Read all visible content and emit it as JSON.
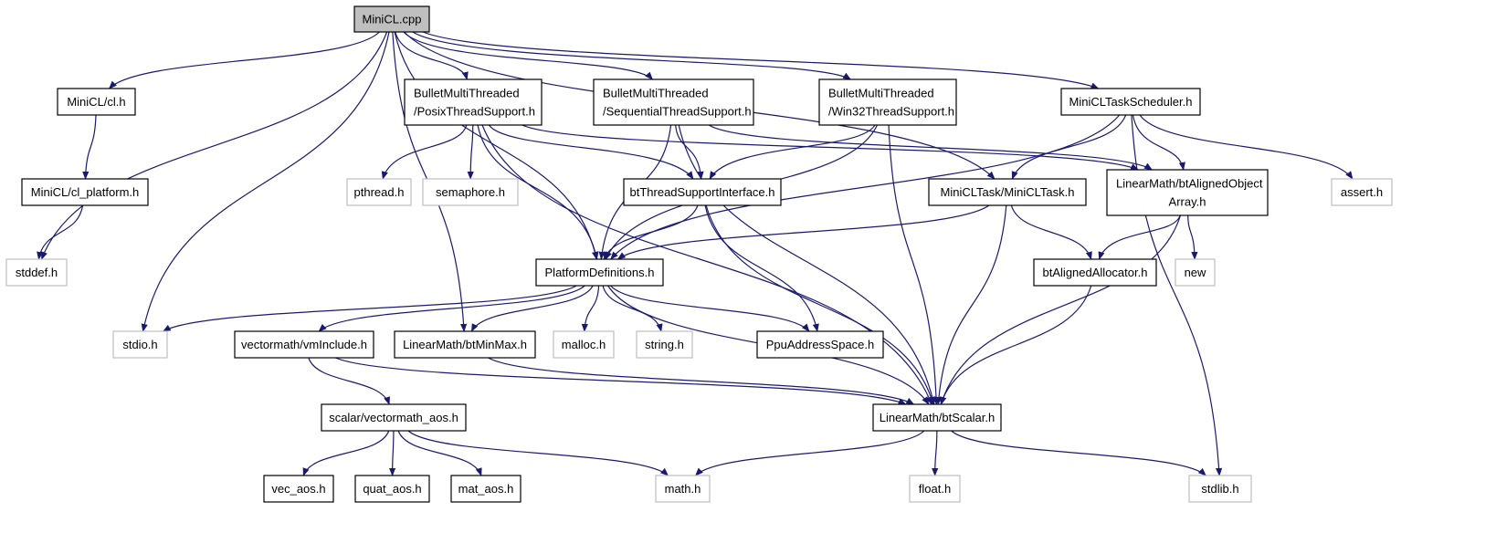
{
  "nodes": [
    {
      "id": "minicl_cpp",
      "lines": [
        "MiniCL.cpp"
      ],
      "kind": "root"
    },
    {
      "id": "cl_h",
      "lines": [
        "MiniCL/cl.h"
      ],
      "kind": "local"
    },
    {
      "id": "posix",
      "lines": [
        "BulletMultiThreaded",
        "/PosixThreadSupport.h"
      ],
      "kind": "local"
    },
    {
      "id": "sequential",
      "lines": [
        "BulletMultiThreaded",
        "/SequentialThreadSupport.h"
      ],
      "kind": "local"
    },
    {
      "id": "win32",
      "lines": [
        "BulletMultiThreaded",
        "/Win32ThreadSupport.h"
      ],
      "kind": "local"
    },
    {
      "id": "scheduler",
      "lines": [
        "MiniCLTaskScheduler.h"
      ],
      "kind": "local"
    },
    {
      "id": "cl_platform",
      "lines": [
        "MiniCL/cl_platform.h"
      ],
      "kind": "local"
    },
    {
      "id": "pthread",
      "lines": [
        "pthread.h"
      ],
      "kind": "system"
    },
    {
      "id": "semaphore",
      "lines": [
        "semaphore.h"
      ],
      "kind": "system"
    },
    {
      "id": "btthread",
      "lines": [
        "btThreadSupportInterface.h"
      ],
      "kind": "local"
    },
    {
      "id": "miniclTask",
      "lines": [
        "MiniCLTask/MiniCLTask.h"
      ],
      "kind": "local"
    },
    {
      "id": "alignedArray",
      "lines": [
        "LinearMath/btAlignedObject",
        "Array.h"
      ],
      "kind": "local"
    },
    {
      "id": "assert",
      "lines": [
        "assert.h"
      ],
      "kind": "system"
    },
    {
      "id": "stddef",
      "lines": [
        "stddef.h"
      ],
      "kind": "system"
    },
    {
      "id": "platformdefs",
      "lines": [
        "PlatformDefinitions.h"
      ],
      "kind": "local"
    },
    {
      "id": "alignedAlloc",
      "lines": [
        "btAlignedAllocator.h"
      ],
      "kind": "local"
    },
    {
      "id": "new",
      "lines": [
        "new"
      ],
      "kind": "system"
    },
    {
      "id": "stdio",
      "lines": [
        "stdio.h"
      ],
      "kind": "system"
    },
    {
      "id": "vminclude",
      "lines": [
        "vectormath/vmInclude.h"
      ],
      "kind": "local"
    },
    {
      "id": "btminmax",
      "lines": [
        "LinearMath/btMinMax.h"
      ],
      "kind": "local"
    },
    {
      "id": "malloc",
      "lines": [
        "malloc.h"
      ],
      "kind": "system"
    },
    {
      "id": "string",
      "lines": [
        "string.h"
      ],
      "kind": "system"
    },
    {
      "id": "ppu",
      "lines": [
        "PpuAddressSpace.h"
      ],
      "kind": "local"
    },
    {
      "id": "vmaos",
      "lines": [
        "scalar/vectormath_aos.h"
      ],
      "kind": "local"
    },
    {
      "id": "btscalar",
      "lines": [
        "LinearMath/btScalar.h"
      ],
      "kind": "local"
    },
    {
      "id": "vec",
      "lines": [
        "vec_aos.h"
      ],
      "kind": "local"
    },
    {
      "id": "quat",
      "lines": [
        "quat_aos.h"
      ],
      "kind": "local"
    },
    {
      "id": "mat",
      "lines": [
        "mat_aos.h"
      ],
      "kind": "local"
    },
    {
      "id": "math",
      "lines": [
        "math.h"
      ],
      "kind": "system"
    },
    {
      "id": "float",
      "lines": [
        "float.h"
      ],
      "kind": "system"
    },
    {
      "id": "stdlib",
      "lines": [
        "stdlib.h"
      ],
      "kind": "system"
    }
  ],
  "edges": [
    {
      "from": "minicl_cpp",
      "to": "cl_h"
    },
    {
      "from": "minicl_cpp",
      "to": "posix"
    },
    {
      "from": "minicl_cpp",
      "to": "sequential"
    },
    {
      "from": "minicl_cpp",
      "to": "win32"
    },
    {
      "from": "minicl_cpp",
      "to": "scheduler"
    },
    {
      "from": "minicl_cpp",
      "to": "stddef"
    },
    {
      "from": "minicl_cpp",
      "to": "stdio"
    },
    {
      "from": "minicl_cpp",
      "to": "platformdefs"
    },
    {
      "from": "minicl_cpp",
      "to": "btminmax"
    },
    {
      "from": "minicl_cpp",
      "to": "miniclTask"
    },
    {
      "from": "cl_h",
      "to": "cl_platform"
    },
    {
      "from": "cl_platform",
      "to": "stddef"
    },
    {
      "from": "posix",
      "to": "pthread"
    },
    {
      "from": "posix",
      "to": "semaphore"
    },
    {
      "from": "posix",
      "to": "btthread"
    },
    {
      "from": "posix",
      "to": "platformdefs"
    },
    {
      "from": "posix",
      "to": "btscalar"
    },
    {
      "from": "posix",
      "to": "alignedArray"
    },
    {
      "from": "sequential",
      "to": "btthread"
    },
    {
      "from": "sequential",
      "to": "platformdefs"
    },
    {
      "from": "sequential",
      "to": "btscalar"
    },
    {
      "from": "sequential",
      "to": "alignedArray"
    },
    {
      "from": "win32",
      "to": "btthread"
    },
    {
      "from": "win32",
      "to": "platformdefs"
    },
    {
      "from": "win32",
      "to": "btscalar"
    },
    {
      "from": "scheduler",
      "to": "alignedArray"
    },
    {
      "from": "scheduler",
      "to": "miniclTask"
    },
    {
      "from": "scheduler",
      "to": "assert"
    },
    {
      "from": "scheduler",
      "to": "platformdefs"
    },
    {
      "from": "scheduler",
      "to": "stdlib"
    },
    {
      "from": "btthread",
      "to": "platformdefs"
    },
    {
      "from": "btthread",
      "to": "ppu"
    },
    {
      "from": "btthread",
      "to": "btscalar"
    },
    {
      "from": "miniclTask",
      "to": "platformdefs"
    },
    {
      "from": "miniclTask",
      "to": "alignedAlloc"
    },
    {
      "from": "miniclTask",
      "to": "btscalar"
    },
    {
      "from": "alignedArray",
      "to": "alignedAlloc"
    },
    {
      "from": "alignedArray",
      "to": "new"
    },
    {
      "from": "alignedArray",
      "to": "btscalar"
    },
    {
      "from": "alignedAlloc",
      "to": "btscalar"
    },
    {
      "from": "platformdefs",
      "to": "stdio"
    },
    {
      "from": "platformdefs",
      "to": "vminclude"
    },
    {
      "from": "platformdefs",
      "to": "btminmax"
    },
    {
      "from": "platformdefs",
      "to": "malloc"
    },
    {
      "from": "platformdefs",
      "to": "string"
    },
    {
      "from": "platformdefs",
      "to": "ppu"
    },
    {
      "from": "platformdefs",
      "to": "btscalar"
    },
    {
      "from": "vminclude",
      "to": "vmaos"
    },
    {
      "from": "vminclude",
      "to": "btscalar"
    },
    {
      "from": "btminmax",
      "to": "btscalar"
    },
    {
      "from": "vmaos",
      "to": "vec"
    },
    {
      "from": "vmaos",
      "to": "quat"
    },
    {
      "from": "vmaos",
      "to": "mat"
    },
    {
      "from": "vmaos",
      "to": "math"
    },
    {
      "from": "btscalar",
      "to": "math"
    },
    {
      "from": "btscalar",
      "to": "float"
    },
    {
      "from": "btscalar",
      "to": "stdlib"
    }
  ],
  "colors": {
    "edge": "#191970",
    "root_fill": "#bfbfbf",
    "local_border": "#000000",
    "system_border": "#bfbfbf"
  }
}
